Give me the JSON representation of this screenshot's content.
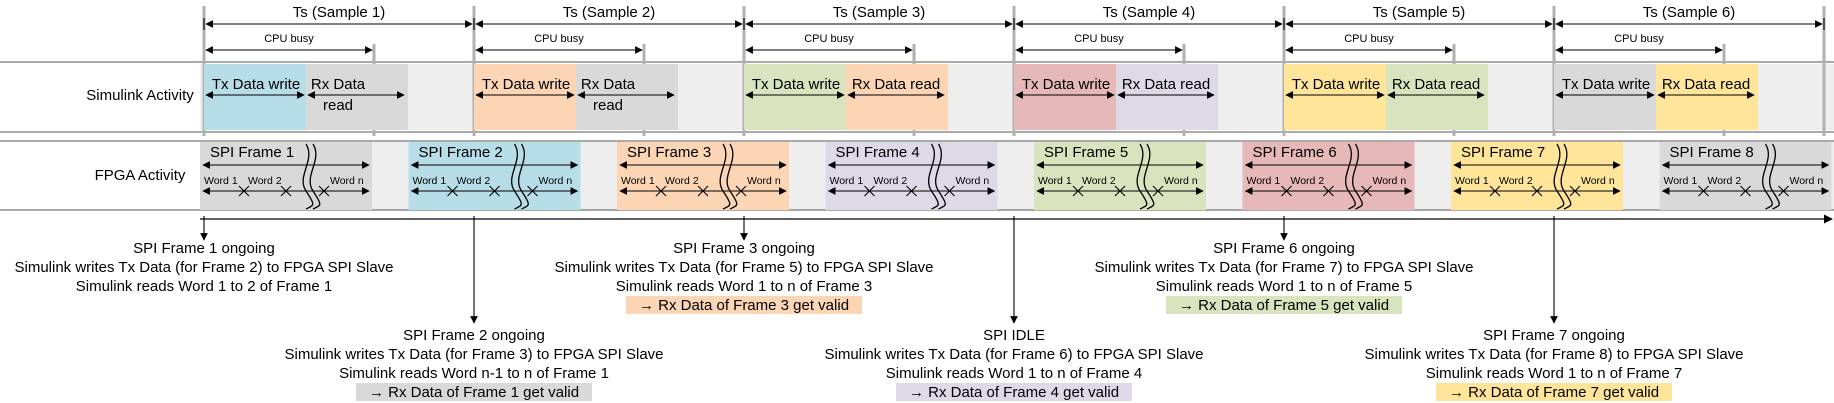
{
  "colors": {
    "blue": "#b7dde8",
    "orange": "#fcd5b5",
    "green": "#d7e4bd",
    "red": "#e6b9b8",
    "purple": "#ddd9e6",
    "yellow": "#fee599",
    "grey": "#d9d9d9",
    "band": "#eeeeee"
  },
  "row_labels": {
    "simulink": "Simulink Activity",
    "fpga": "FPGA Activity"
  },
  "cpu_busy_label": "CPU busy",
  "samples": [
    {
      "label": "Ts (Sample 1)",
      "tx_label": "Tx Data write",
      "rx_label": [
        "Rx Data",
        "read"
      ],
      "tx_color": "blue",
      "rx_color": "grey"
    },
    {
      "label": "Ts (Sample 2)",
      "tx_label": "Tx Data write",
      "rx_label": [
        "Rx Data",
        "read"
      ],
      "tx_color": "orange",
      "rx_color": "grey"
    },
    {
      "label": "Ts (Sample 3)",
      "tx_label": "Tx Data write",
      "rx_label": [
        "Rx Data read"
      ],
      "tx_color": "green",
      "rx_color": "orange"
    },
    {
      "label": "Ts (Sample 4)",
      "tx_label": "Tx Data write",
      "rx_label": [
        "Rx Data read"
      ],
      "tx_color": "red",
      "rx_color": "purple"
    },
    {
      "label": "Ts (Sample 5)",
      "tx_label": "Tx Data write",
      "rx_label": [
        "Rx Data read"
      ],
      "tx_color": "yellow",
      "rx_color": "green"
    },
    {
      "label": "Ts (Sample 6)",
      "tx_label": "Tx Data write",
      "rx_label": [
        "Rx Data read"
      ],
      "tx_color": "grey",
      "rx_color": "yellow"
    }
  ],
  "frames": [
    {
      "label": "SPI Frame 1",
      "color": "grey"
    },
    {
      "label": "SPI Frame 2",
      "color": "blue"
    },
    {
      "label": "SPI Frame 3",
      "color": "orange"
    },
    {
      "label": "SPI Frame 4",
      "color": "purple"
    },
    {
      "label": "SPI Frame 5",
      "color": "green"
    },
    {
      "label": "SPI Frame 6",
      "color": "red"
    },
    {
      "label": "SPI Frame 7",
      "color": "yellow"
    },
    {
      "label": "SPI Frame 8",
      "color": "grey"
    }
  ],
  "word_labels": [
    "Word 1",
    "Word 2",
    "Word n"
  ],
  "annotations": [
    {
      "lines": [
        "SPI Frame 1 ongoing",
        "Simulink writes Tx Data (for Frame 2) to FPGA SPI Slave",
        "Simulink reads Word 1 to 2 of Frame 1"
      ],
      "valid": "",
      "valid_color": ""
    },
    {
      "lines": [
        "SPI Frame 2 ongoing",
        "Simulink writes Tx Data (for Frame 3) to FPGA SPI Slave",
        "Simulink reads Word n-1 to n of Frame 1"
      ],
      "valid": "→ Rx Data of Frame 1 get valid",
      "valid_color": "grey"
    },
    {
      "lines": [
        "SPI Frame 3 ongoing",
        "Simulink writes Tx Data (for Frame 5) to FPGA SPI Slave",
        "Simulink reads Word 1 to n of Frame 3"
      ],
      "valid": "→ Rx Data of Frame 3 get valid",
      "valid_color": "orange"
    },
    {
      "lines": [
        "SPI IDLE",
        "Simulink writes Tx Data (for Frame 6) to FPGA SPI Slave",
        "Simulink reads Word 1 to n of Frame 4"
      ],
      "valid": "→ Rx Data of Frame 4 get valid",
      "valid_color": "purple"
    },
    {
      "lines": [
        "SPI Frame 6 ongoing",
        "Simulink writes Tx Data (for Frame 7) to FPGA SPI Slave",
        "Simulink reads Word 1 to n of Frame 5"
      ],
      "valid": "→ Rx Data of Frame 5 get valid",
      "valid_color": "green"
    },
    {
      "lines": [
        "SPI Frame 7 ongoing",
        "Simulink writes Tx Data (for Frame 8) to FPGA SPI Slave",
        "Simulink reads Word 1 to n of Frame 7"
      ],
      "valid": "→ Rx Data of Frame 7 get valid",
      "valid_color": "yellow"
    }
  ]
}
